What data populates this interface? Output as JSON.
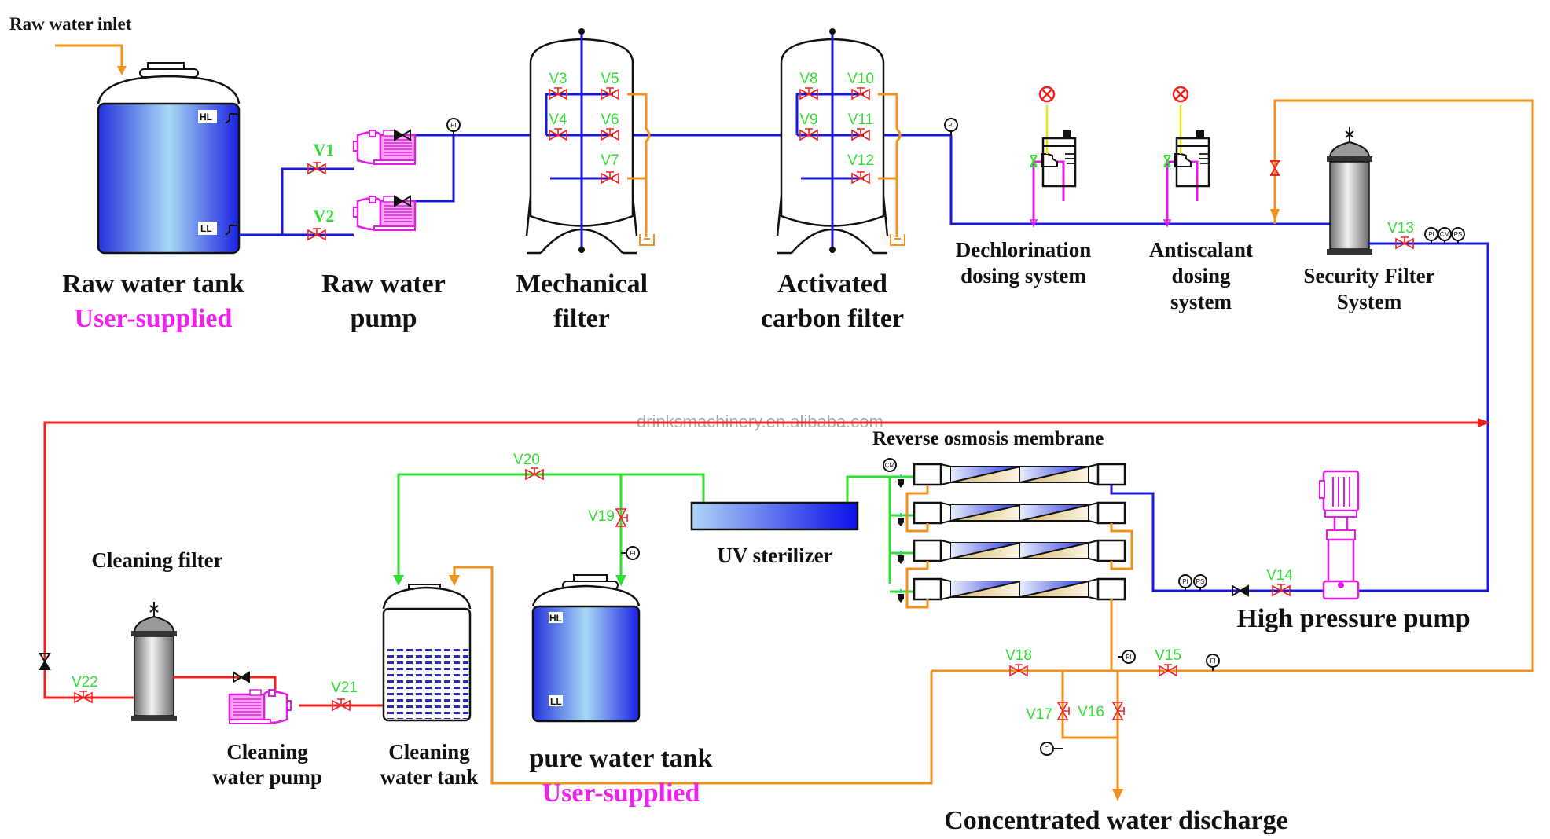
{
  "title_inlet": "Raw water inlet",
  "watermark": "drinksmachinery.en.alibaba.com",
  "colors": {
    "raw_water_pipe": "#1a1ad6",
    "concentrate_pipe": "#f0921e",
    "product_water_pipe": "#33dd33",
    "cleaning_pipe": "#ee2222",
    "dosing_pipe": "#e21ee2",
    "valve": "#ee2222",
    "valve_tag": "#33dd33",
    "user_supplied": "#ee22ee"
  },
  "equipment": {
    "raw_tank": {
      "name": "Raw water tank",
      "note": "User-supplied",
      "hl": "HL",
      "ll": "LL"
    },
    "raw_pump": {
      "line1": "Raw water",
      "line2": "pump"
    },
    "mech_filter": {
      "line1": "Mechanical",
      "line2": "filter"
    },
    "carbon_filter": {
      "line1": "Activated",
      "line2": "carbon filter"
    },
    "dechlor": {
      "line1": "Dechlorination",
      "line2": "dosing system"
    },
    "antiscalant": {
      "line1": "Antiscalant",
      "line2": "dosing",
      "line3": "system"
    },
    "security_filter": {
      "line1": "Security Filter",
      "line2": "System"
    },
    "ro_membrane": {
      "name": "Reverse osmosis membrane"
    },
    "uv": {
      "name": "UV sterilizer"
    },
    "hp_pump": {
      "name": "High pressure pump"
    },
    "cleaning_filter": {
      "name": "Cleaning filter"
    },
    "cleaning_pump": {
      "line1": "Cleaning",
      "line2": "water pump"
    },
    "cleaning_tank": {
      "line1": "Cleaning",
      "line2": "water tank"
    },
    "pure_tank": {
      "name": "pure water tank",
      "note": "User-supplied",
      "hl": "HL",
      "ll": "LL"
    },
    "discharge": {
      "name": "Concentrated water discharge"
    }
  },
  "valves": [
    "V1",
    "V2",
    "V3",
    "V4",
    "V5",
    "V6",
    "V7",
    "V8",
    "V9",
    "V10",
    "V11",
    "V12",
    "V13",
    "V14",
    "V15",
    "V16",
    "V17",
    "V18",
    "V19",
    "V20",
    "V21",
    "V22"
  ],
  "instruments": {
    "pi": "PI",
    "cm": "CM",
    "ps": "PS",
    "fi": "FI"
  }
}
